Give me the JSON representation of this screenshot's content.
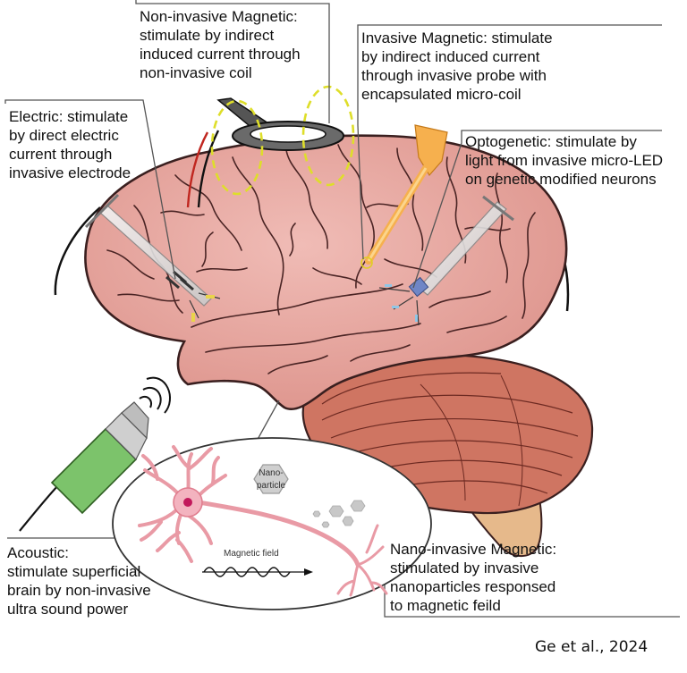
{
  "labels": {
    "noninvasive_magnetic": "Non-invasive Magnetic:\nstimulate by indirect\ninduced current through\nnon-invasive coil",
    "invasive_magnetic": "Invasive Magnetic: stimulate\nby indirect induced current\nthrough invasive probe with\nencapsulated micro-coil",
    "electric": "Electric: stimulate\nby direct electric\ncurrent through\ninvasive electrode",
    "optogenetic": "Optogenetic: stimulate by\nlight from invasive micro-LED\non genetic modified neurons",
    "acoustic": "Acoustic:\nstimulate superficial\nbrain by non-invasive\nultra sound power",
    "nano_magnetic": "Nano-invasive Magnetic:\nstimulated by invasive\nnanoparticles responsed\nto magnetic feild"
  },
  "inset": {
    "nanoparticle_line1": "Nano-",
    "nanoparticle_line2": "particle",
    "magnetic_field": "Magnetic field"
  },
  "citation": "Ge et al., 2024",
  "colors": {
    "brain": "#e8a9a2",
    "brain_outline": "#3a1f1f",
    "cerebellum": "#cf7562",
    "brainstem": "#e6b98b",
    "neuron": "#e99aa5",
    "nucleus": "#c2185b",
    "transducer": "#7cc36b",
    "optic_fiber": "#f6b04e",
    "coil_field": "#dede2a"
  }
}
